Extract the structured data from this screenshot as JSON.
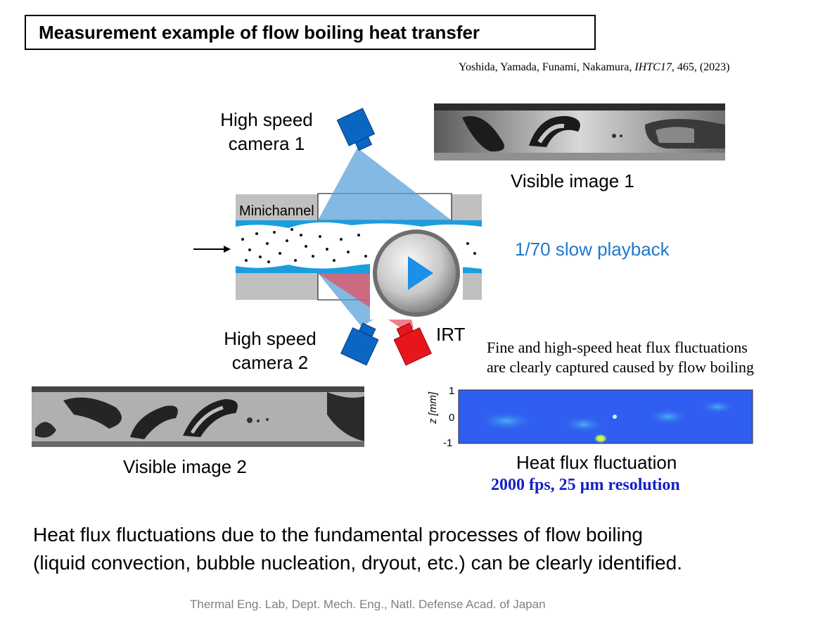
{
  "title": "Measurement example of flow boiling heat transfer",
  "citation": {
    "authors": "Yoshida, Yamada, Funami, Nakamura, ",
    "venue": "IHTC17",
    "rest": ", 465, (2023)"
  },
  "labels": {
    "camera1_line1": "High speed",
    "camera1_line2": "camera 1",
    "camera2_line1": "High speed",
    "camera2_line2": "camera 2",
    "irt": "IRT",
    "minichannel": "Minichannel",
    "visible1": "Visible image 1",
    "visible2": "Visible image 2",
    "slow_playback": "1/70 slow playback",
    "heat_flux": "Heat flux fluctuation"
  },
  "note": {
    "line1": "Fine and high-speed heat flux fluctuations",
    "line2": "are clearly captured caused by flow boiling"
  },
  "heatmap_axis": {
    "label": "z [mm]",
    "ticks": [
      "1",
      "0",
      "-1"
    ]
  },
  "fps_text": "2000 fps, 25 µm resolution",
  "bottom_text": {
    "line1": "Heat flux fluctuations due to the fundamental processes of flow boiling",
    "line2": "(liquid convection, bubble nucleation, dryout, etc.) can be clearly identified."
  },
  "footer": "Thermal Eng. Lab, Dept. Mech. Eng., Natl. Defense Acad. of Japan",
  "colors": {
    "camera_blue": "#0a66c2",
    "irt_red": "#e8161b",
    "water_blue": "#1a9ee0",
    "heatmap_bg": "#2f5ef0"
  },
  "icons": {
    "play": "play-icon",
    "arrow": "flow-arrow-icon"
  }
}
